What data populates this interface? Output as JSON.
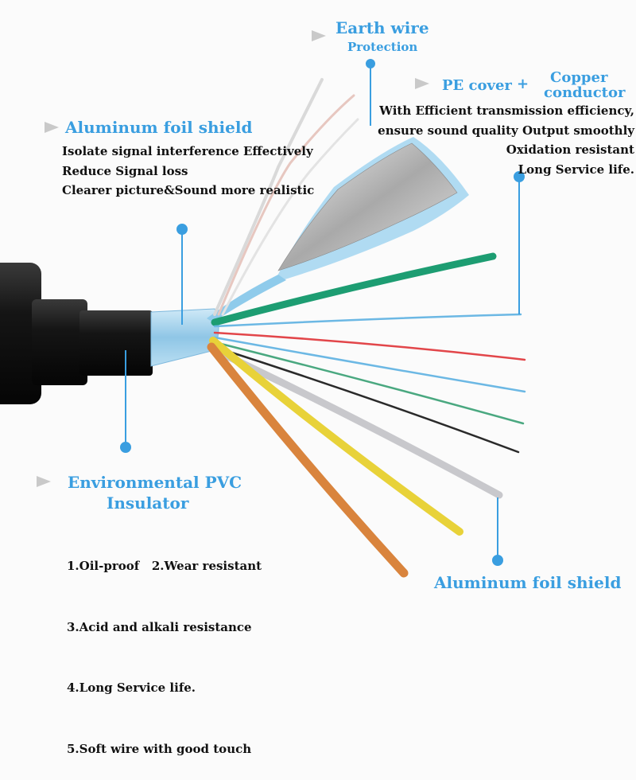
{
  "earth": {
    "title": "Earth wire",
    "subtitle": "Protection"
  },
  "pe": {
    "left": "PE cover",
    "plus": "+",
    "right_line1": "Copper",
    "right_line2": "conductor",
    "desc": [
      "With Efficient transmission efficiency,",
      "ensure sound quality Output smoothly",
      "Oxidation resistant",
      "Long Service life."
    ]
  },
  "foil_top": {
    "title": "Aluminum foil shield",
    "desc": [
      "Isolate signal interference Effectively",
      "Reduce Signal loss",
      "Clearer picture&Sound more realistic"
    ]
  },
  "pvc": {
    "title_line1": "Environmental PVC",
    "title_line2": "Insulator",
    "items": [
      "1.Oil-proof   2.Wear resistant",
      "3.Acid and alkali resistance",
      "4.Long Service life.",
      "5.Soft wire with good touch"
    ]
  },
  "foil_bottom": {
    "title": "Aluminum foil shield"
  },
  "colors": {
    "accent": "#3a9ee0",
    "arrow": "#c9c9c9",
    "text": "#111111"
  }
}
